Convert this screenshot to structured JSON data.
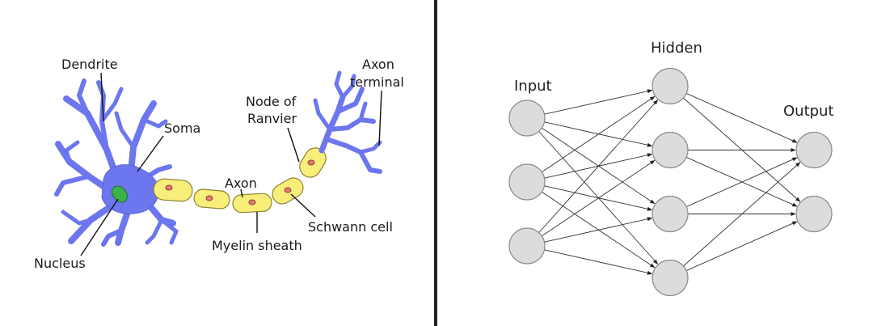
{
  "neuron": {
    "labels": {
      "dendrite": "Dendrite",
      "soma": "Soma",
      "node_line1": "Node of",
      "node_line2": "Ranvier",
      "axon_terminal_line1": "Axon",
      "axon_terminal_line2": "terminal",
      "axon": "Axon",
      "schwann_cell": "Schwann cell",
      "myelin_sheath": "Myelin sheath",
      "nucleus": "Nucleus"
    },
    "colors": {
      "cell_body": "#6c76ee",
      "myelin": "#f8ee7a",
      "nucleus": "#3cb24a"
    }
  },
  "divider": {
    "color": "#222222"
  },
  "network": {
    "layers": [
      {
        "label": "Input",
        "nodes": 3
      },
      {
        "label": "Hidden",
        "nodes": 4
      },
      {
        "label": "Output",
        "nodes": 2
      }
    ],
    "colors": {
      "node_fill": "#dcdcdc",
      "node_stroke": "#8c8c8c",
      "edge": "#333333"
    }
  }
}
